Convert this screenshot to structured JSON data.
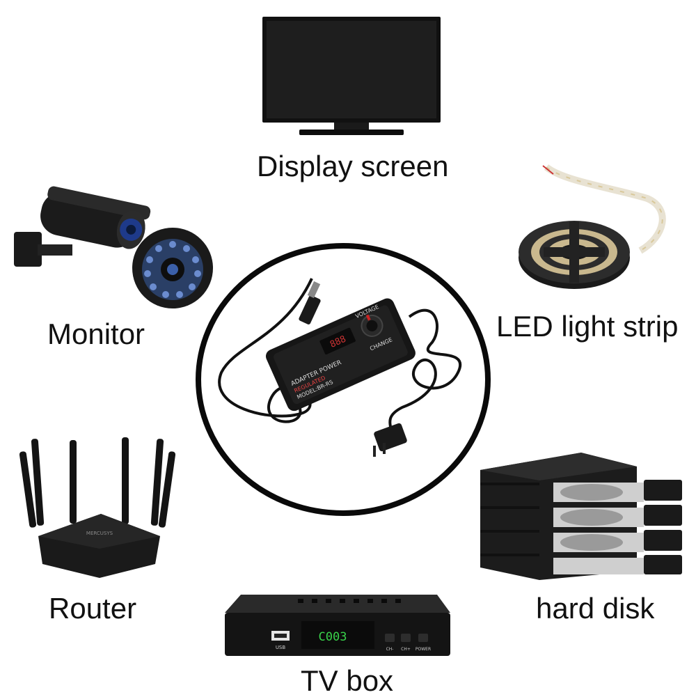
{
  "center": {
    "adapter_top_text": "ADAPTER POWER",
    "adapter_regulated": "REGULATED",
    "adapter_model": "MODEL:BR-RS",
    "voltage_text": "VOLTAGE",
    "change_text": "CHANGE",
    "display_digits": "888"
  },
  "devices": {
    "display_screen": "Display screen",
    "monitor": "Monitor",
    "led_strip": "LED light strip",
    "router": "Router",
    "hard_disk": "hard disk",
    "tv_box": "TV box"
  },
  "tv_box": {
    "display_text": "C003",
    "usb_label": "USB",
    "ch_minus": "CH-",
    "ch_plus": "CH+",
    "power_label": "POWER"
  },
  "router": {
    "brand": "MERCUSYS"
  }
}
